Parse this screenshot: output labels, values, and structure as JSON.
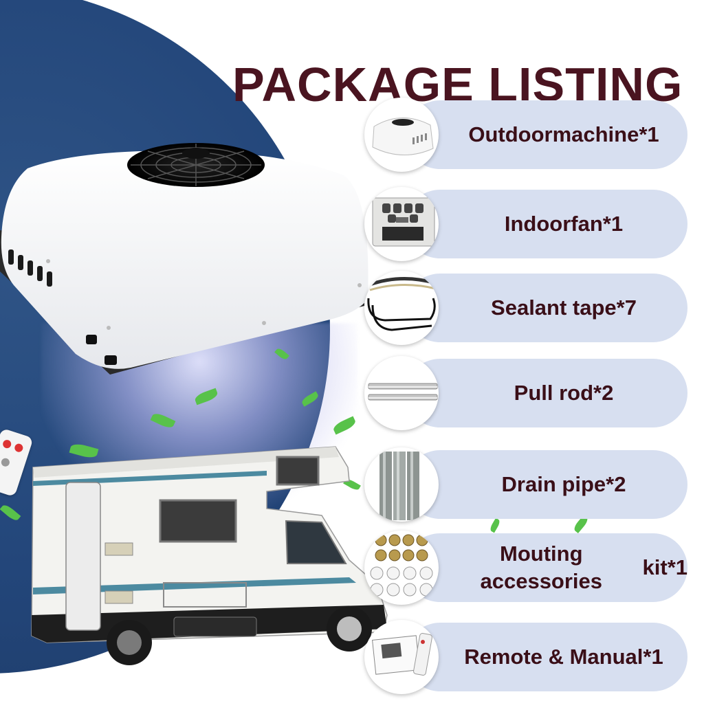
{
  "page": {
    "title": "PACKAGE LISTING"
  },
  "items": [
    {
      "label": "Outdoormachine*1",
      "icon": "outdoor-machine-icon"
    },
    {
      "label": "Indoorfan*1",
      "icon": "indoor-fan-icon"
    },
    {
      "label": "Sealant tape*7",
      "icon": "sealant-tape-icon"
    },
    {
      "label": "Pull rod*2",
      "icon": "pull-rod-icon"
    },
    {
      "label": "Drain pipe*2",
      "icon": "drain-pipe-icon"
    },
    {
      "label_line1": "Mouting accessories",
      "label_line2": "kit*1",
      "icon": "mounting-kit-icon"
    },
    {
      "label": "Remote & Manual*1",
      "icon": "remote-manual-icon"
    }
  ],
  "colors": {
    "title": "#4a1420",
    "pill": "#d7dff0",
    "label": "#3a0f18",
    "blue_background": "#23467a"
  }
}
